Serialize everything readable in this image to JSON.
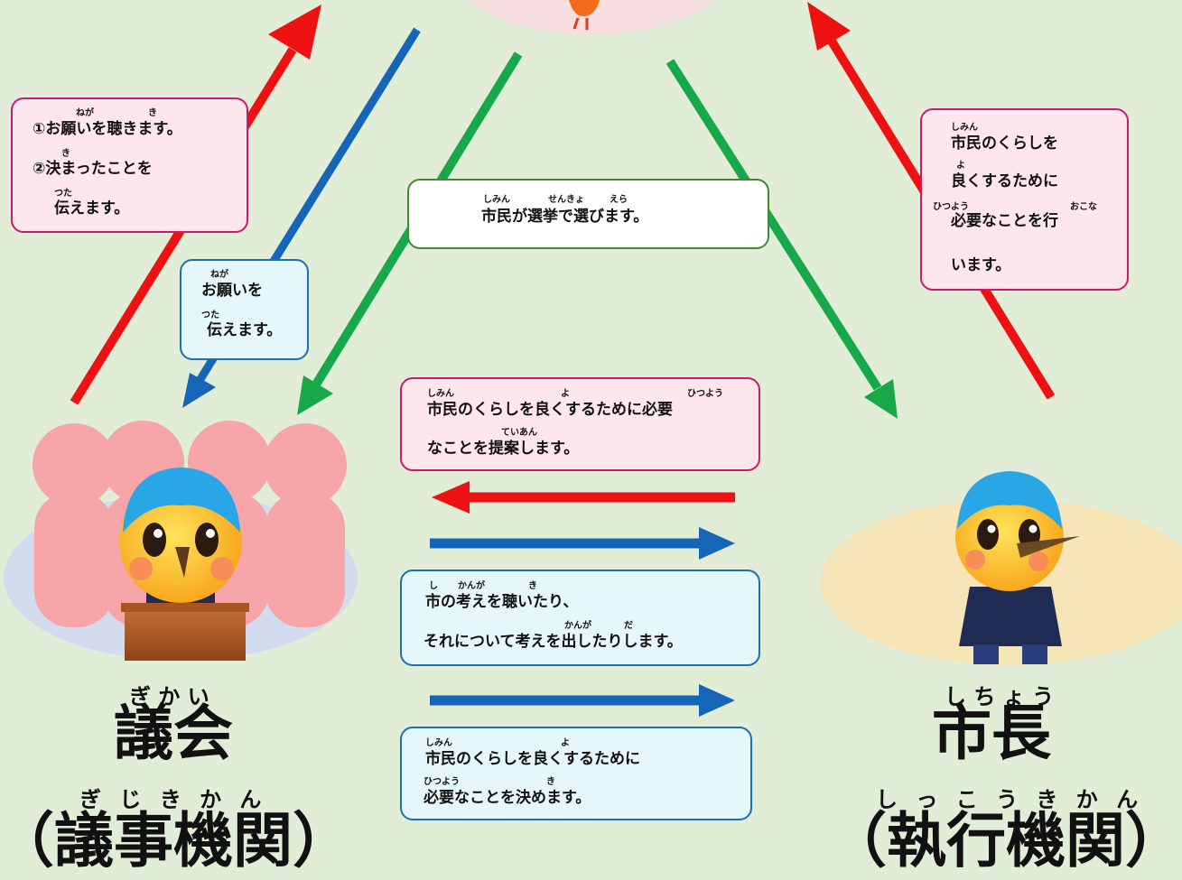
{
  "colors": {
    "background": "#e2edd7",
    "red_arrow": "#ee1111",
    "blue_arrow": "#1565b8",
    "green_arrow": "#17a84a",
    "pink_box_fill": "#fde6ee",
    "pink_box_border": "#cc1a6a",
    "blue_box_fill": "#e6f6fd",
    "blue_box_border": "#1b70b3",
    "green_box_border": "#3f8a35"
  },
  "boxes": {
    "assembly_role": {
      "line1": "①お願いを聴きます。",
      "line1_ruby_a": "ねが",
      "line1_ruby_b": "き",
      "line2": "②決まったことを",
      "line2_ruby": "き",
      "line3": "伝えます。",
      "line3_ruby": "つた"
    },
    "assembly_request": {
      "line1": "お願いを",
      "line1_ruby": "ねが",
      "line2": "伝えます。",
      "line2_ruby": "つた"
    },
    "election": {
      "text": "市民が選挙で選びます。",
      "ruby_a": "しみん",
      "ruby_b": "せんきょ",
      "ruby_c": "えら"
    },
    "mayor_role": {
      "line1": "市民のくらしを",
      "line1_ruby": "しみん",
      "line2": "良くするために",
      "line2_ruby": "よ",
      "line3": "必要なことを行",
      "line3_ruby_a": "ひつよう",
      "line3_ruby_b": "おこな",
      "line4": "います。"
    },
    "proposal": {
      "line1": "市民のくらしを良くするために必要",
      "line1_ruby_a": "しみん",
      "line1_ruby_b": "よ",
      "line1_ruby_c": "ひつよう",
      "line2": "なことを提案します。",
      "line2_ruby": "ていあん"
    },
    "hear_opinion": {
      "line1": "市の考えを聴いたり、",
      "line1_ruby_a": "し",
      "line1_ruby_b": "かんが",
      "line1_ruby_c": "き",
      "line2": "それについて考えを出したりします。",
      "line2_ruby_a": "かんが",
      "line2_ruby_b": "だ"
    },
    "decide": {
      "line1": "市民のくらしを良くするために",
      "line1_ruby_a": "しみん",
      "line1_ruby_b": "よ",
      "line2": "必要なことを決めます。",
      "line2_ruby_a": "ひつよう",
      "line2_ruby_b": "き"
    }
  },
  "titles": {
    "assembly": {
      "ruby": "ぎ か い",
      "name": "議会",
      "sub_ruby": "ぎ じ き か ん",
      "sub": "（議事機関）"
    },
    "mayor": {
      "ruby": "し ち ょ う",
      "name": "市長",
      "sub_ruby": "し っ こ う き か ん",
      "sub": "（執行機関）"
    }
  }
}
